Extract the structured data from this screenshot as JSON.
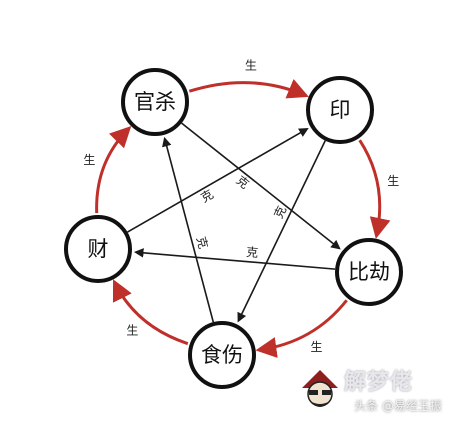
{
  "nodes": [
    {
      "id": "guansha",
      "label": "官杀"
    },
    {
      "id": "yin",
      "label": "印"
    },
    {
      "id": "bijie",
      "label": "比劫"
    },
    {
      "id": "shishang",
      "label": "食伤"
    },
    {
      "id": "cai",
      "label": "财"
    }
  ],
  "generating_edges": [
    {
      "from": "guansha",
      "to": "yin",
      "label": "生"
    },
    {
      "from": "yin",
      "to": "bijie",
      "label": "生"
    },
    {
      "from": "bijie",
      "to": "shishang",
      "label": "生"
    },
    {
      "from": "shishang",
      "to": "cai",
      "label": "生"
    },
    {
      "from": "cai",
      "to": "guansha",
      "label": "生"
    }
  ],
  "controlling_edges": [
    {
      "from": "guansha",
      "to": "bijie",
      "label": "克"
    },
    {
      "from": "yin",
      "to": "shishang",
      "label": "克"
    },
    {
      "from": "bijie",
      "to": "cai",
      "label": "克"
    },
    {
      "from": "shishang",
      "to": "guansha",
      "label": "克"
    },
    {
      "from": "cai",
      "to": "yin",
      "label": "克"
    }
  ],
  "colors": {
    "generating": "#c0302a",
    "controlling": "#1a1a1a",
    "node_border": "#111111"
  },
  "watermark": {
    "brand": "解梦佬",
    "sub": "头条 @易经玉振"
  }
}
